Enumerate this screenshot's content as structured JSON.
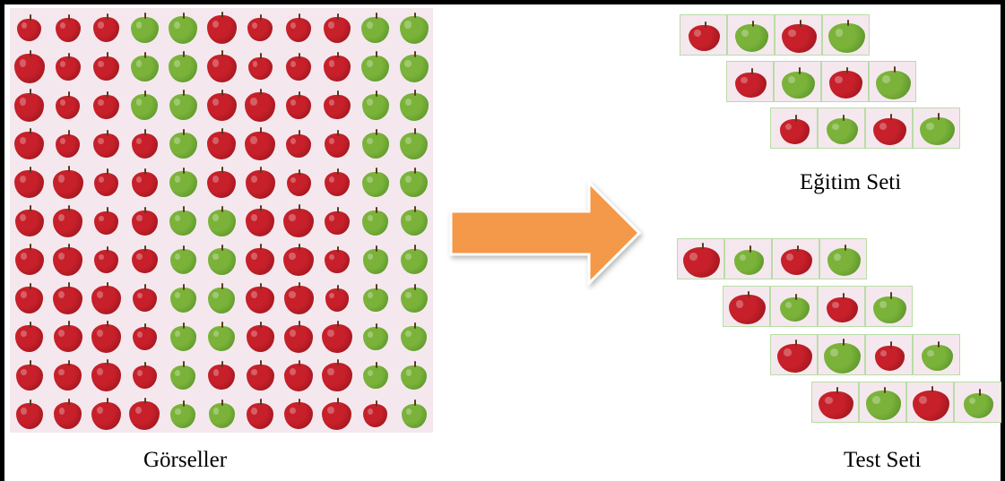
{
  "labels": {
    "images": "Görseller",
    "training_set": "Eğitim Seti",
    "test_set": "Test Seti"
  },
  "colors": {
    "arrow_fill": "#f4984a",
    "frame": "#000000",
    "red_apple": "#c7202a",
    "green_apple": "#7bb33a",
    "tile_background": "#f4e8ee",
    "tile_border": "#b9dca6"
  },
  "icons": {
    "arrow": "right-arrow-icon",
    "apple": "apple-icon"
  },
  "apple_grid": {
    "rows": 11,
    "columns": 11,
    "pattern": [
      "RRRGGRRRRGG",
      "RRRGGRRRRGG",
      "RRRGGRRRRGG",
      "RRRRGRRRRGG",
      "RRRRGRRRRGG",
      "RRRRGGRRRGG",
      "RRRRGGRRRGG",
      "RRRRGGRRRGG",
      "RRRRGGRRRGG",
      "RRRRGRRRRGG",
      "RRRRGGRRRRG"
    ]
  },
  "sample_pattern": [
    "R",
    "G",
    "R",
    "G"
  ],
  "training_rows": 3,
  "test_rows": 4
}
